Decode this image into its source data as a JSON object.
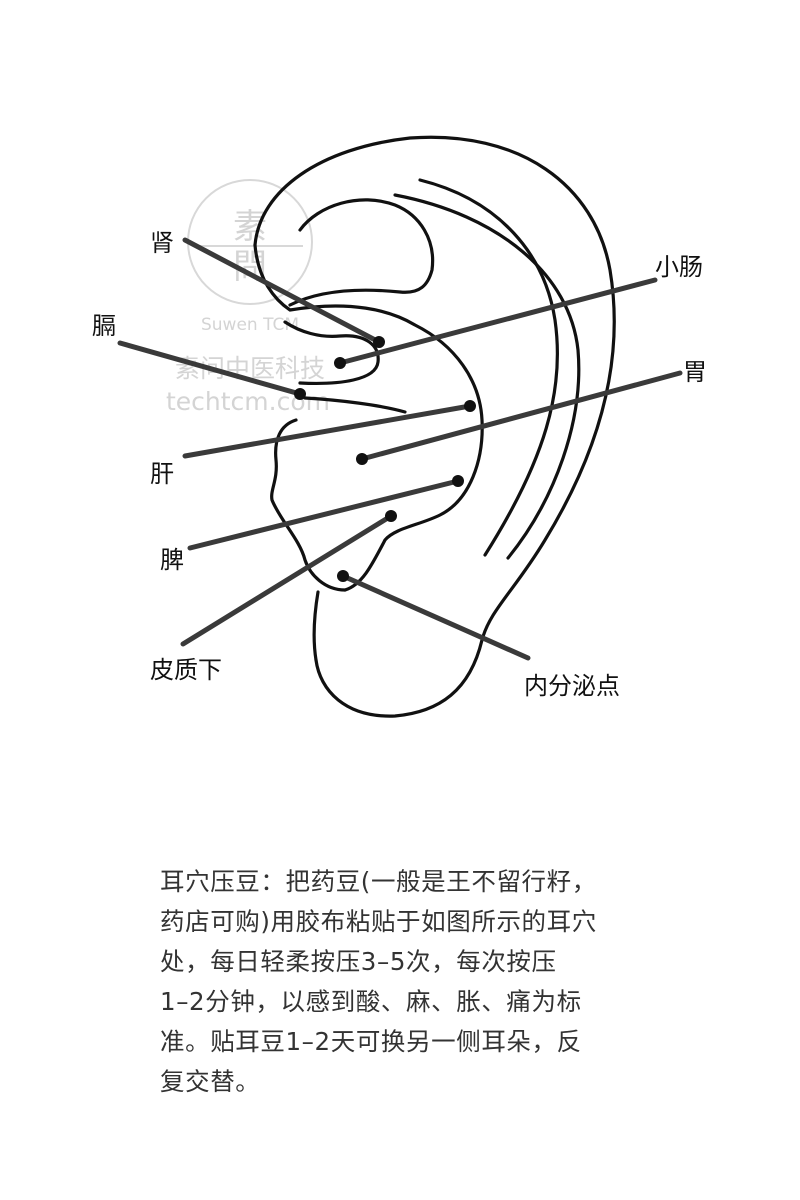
{
  "watermark": {
    "seal_char_top": "素",
    "seal_char_bottom": "問",
    "brand": "Suwen TCM",
    "chinese": "素问中医科技",
    "domain": "techtcm.com"
  },
  "points": [
    {
      "id": "kidney",
      "label": "肾"
    },
    {
      "id": "diaphragm",
      "label": "膈"
    },
    {
      "id": "small-intestine",
      "label": "小肠"
    },
    {
      "id": "stomach",
      "label": "胃"
    },
    {
      "id": "liver",
      "label": "肝"
    },
    {
      "id": "spleen",
      "label": "脾"
    },
    {
      "id": "subcortex",
      "label": "皮质下"
    },
    {
      "id": "endocrine",
      "label": "内分泌点"
    }
  ],
  "caption": {
    "lines": [
      "耳穴压豆：把药豆(一般是王不留行籽，",
      "药店可购)用胶布粘贴于如图所示的耳穴",
      "处，每日轻柔按压3–5次，每次按压",
      "1–2分钟，以感到酸、麻、胀、痛为标",
      "准。贴耳豆1–2天可换另一侧耳朵，反",
      "复交替。"
    ]
  }
}
